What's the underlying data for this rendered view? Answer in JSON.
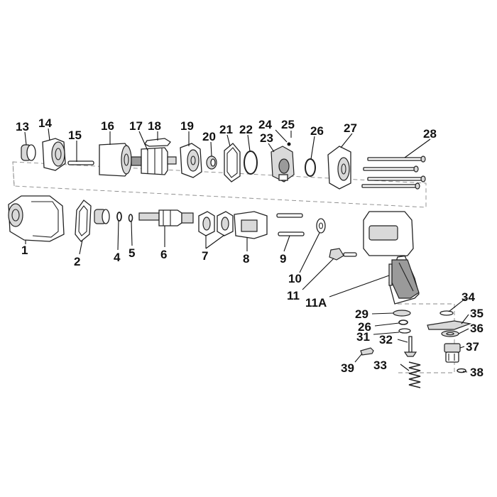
{
  "diagram": {
    "part_labels": [
      "1",
      "2",
      "4",
      "5",
      "6",
      "7",
      "8",
      "9",
      "10",
      "11",
      "11A",
      "13",
      "14",
      "15",
      "16",
      "17",
      "18",
      "19",
      "20",
      "21",
      "22",
      "23",
      "24",
      "25",
      "26",
      "27",
      "28",
      "29",
      "26",
      "31",
      "32",
      "33",
      "34",
      "35",
      "36",
      "37",
      "38",
      "39"
    ]
  }
}
